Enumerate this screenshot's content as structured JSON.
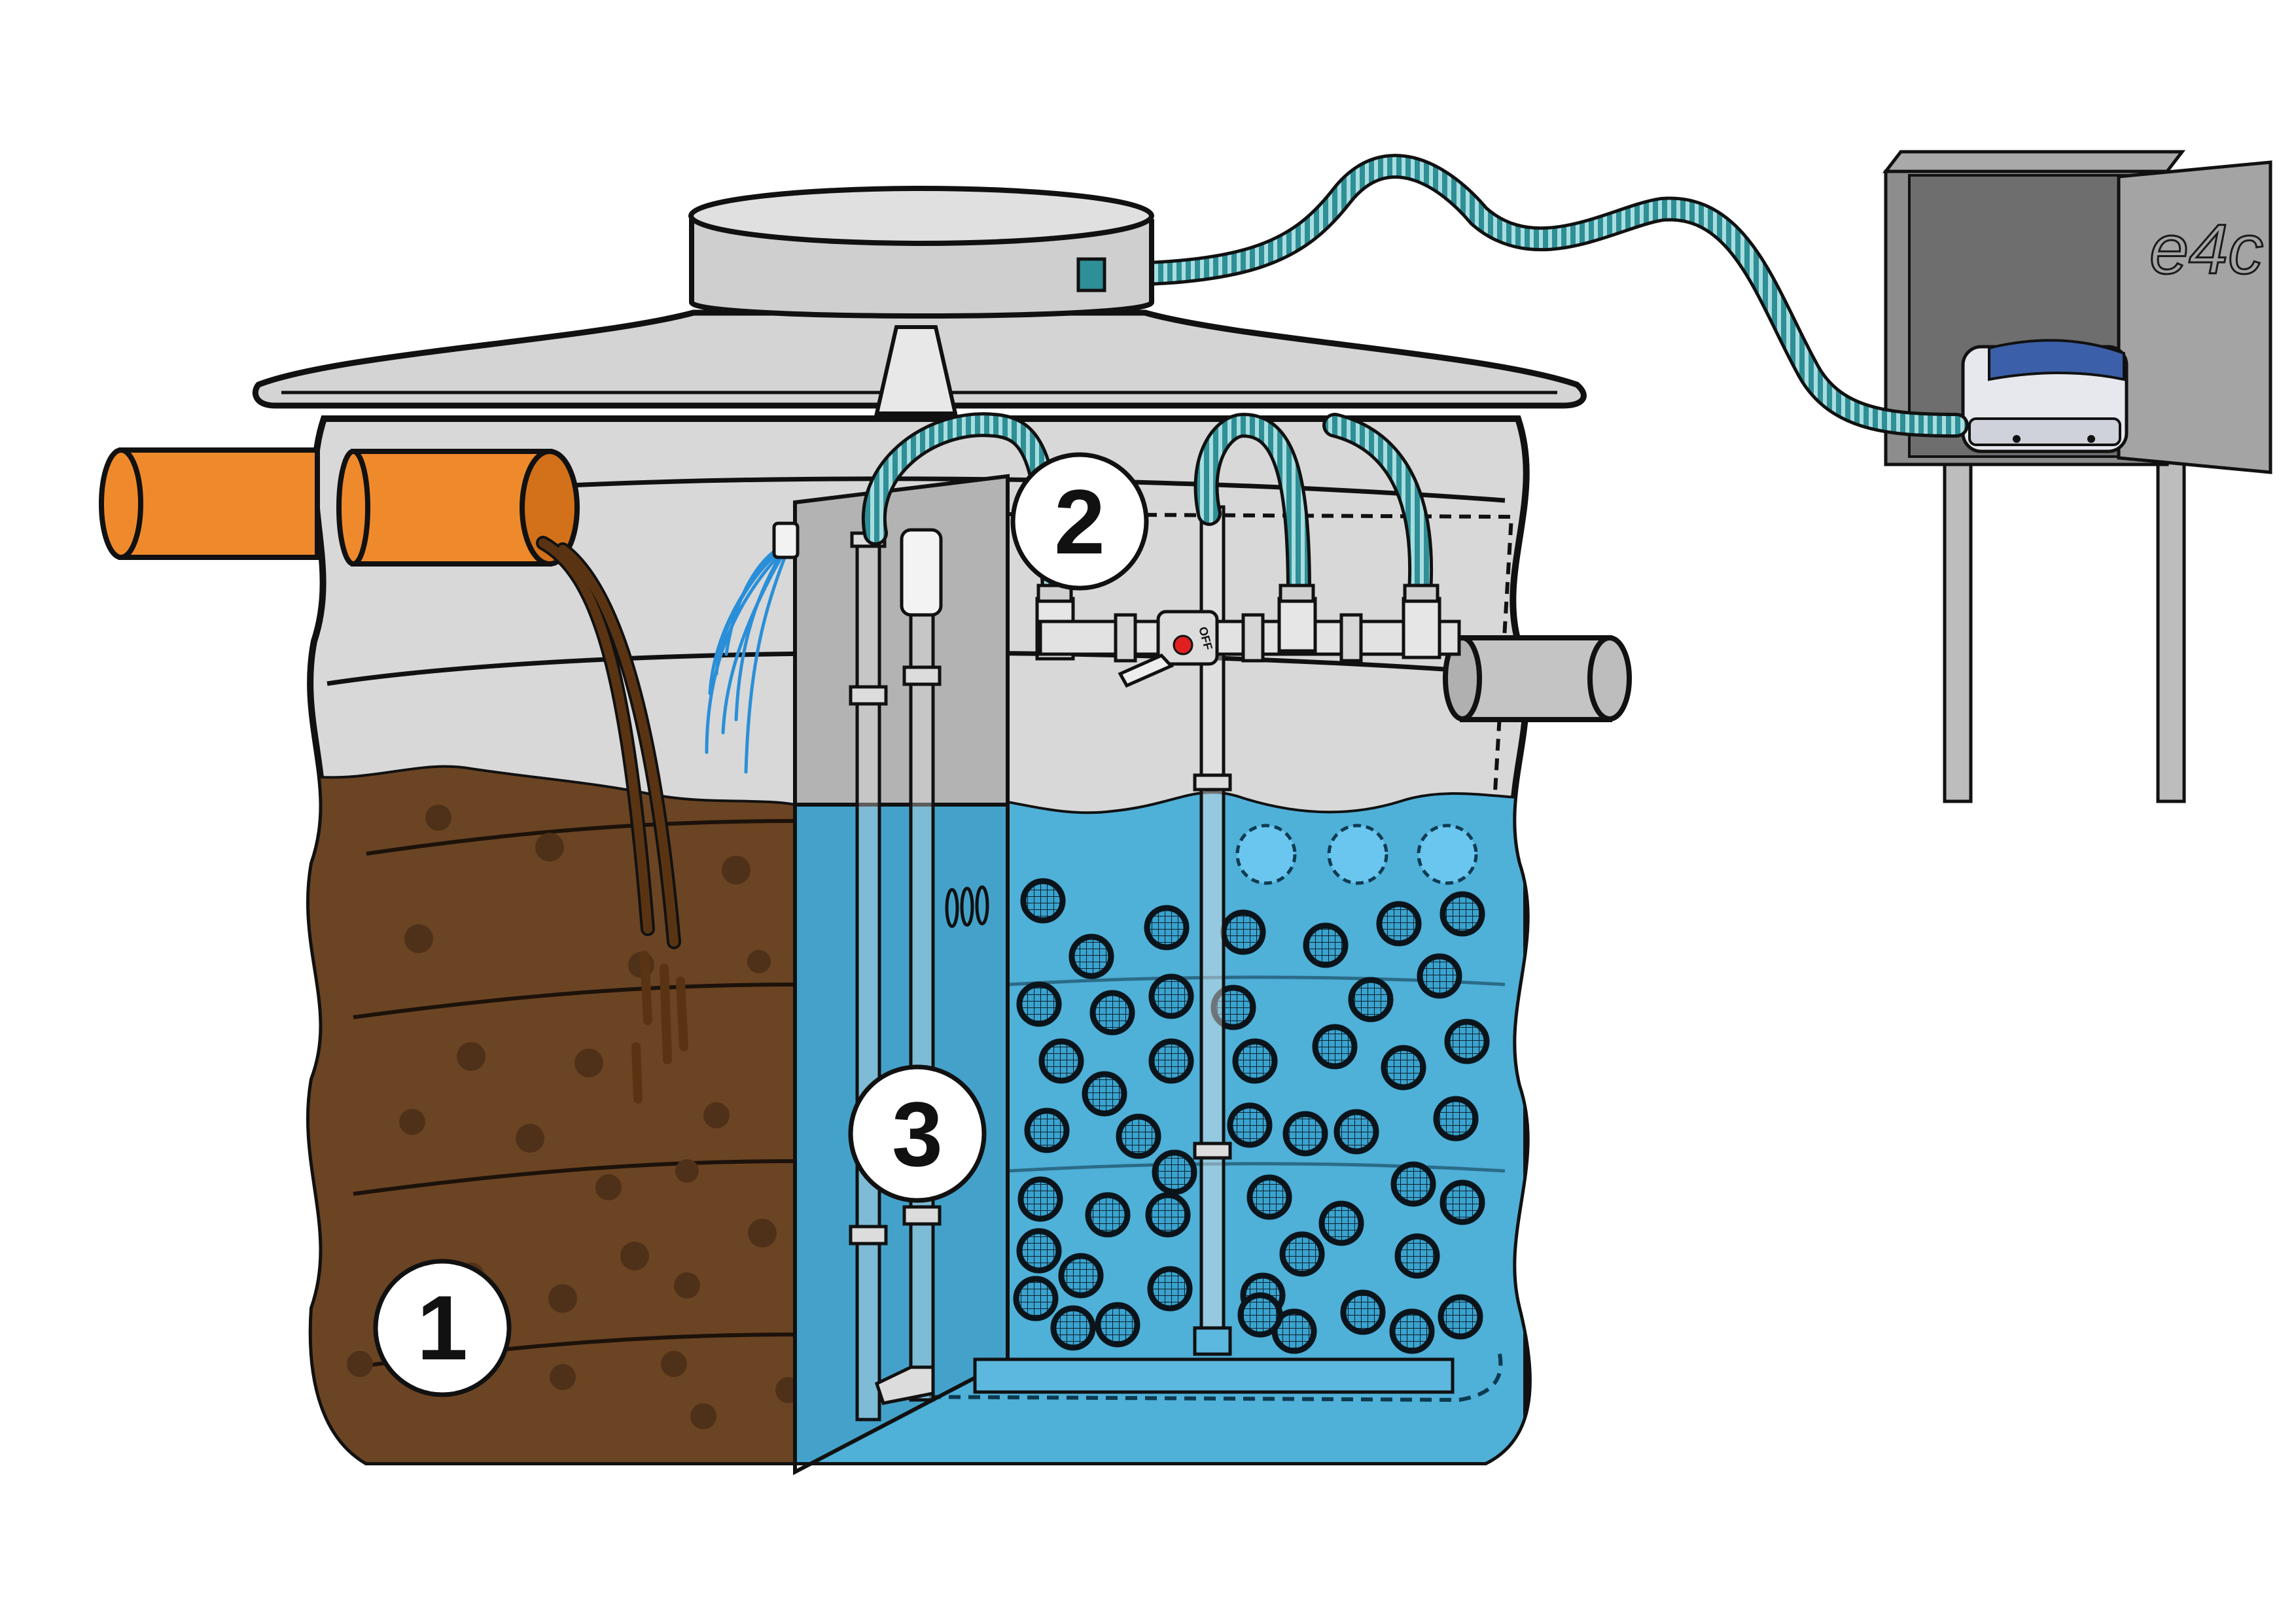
{
  "labels": {
    "step1": "1",
    "step2": "2",
    "step3": "3"
  },
  "valve": {
    "off_label": "OFF"
  },
  "blower_cabinet": {
    "brand": "e4c"
  },
  "colors": {
    "sludge": "#6b4423",
    "sludge_dark": "#4f3119",
    "water": "#4fb0d8",
    "water_light": "#69c7ec",
    "tank_wall": "#d6d6d6",
    "pipe_orange": "#ef8a2c",
    "hose_teal": "#3a9aa0",
    "cabinet": "#8d8d8d"
  },
  "icons": [
    "inlet-pipe-icon",
    "outlet-pipe-icon",
    "air-blower-icon",
    "ball-valve-icon",
    "air-hose-icon",
    "media-ball-icon"
  ]
}
